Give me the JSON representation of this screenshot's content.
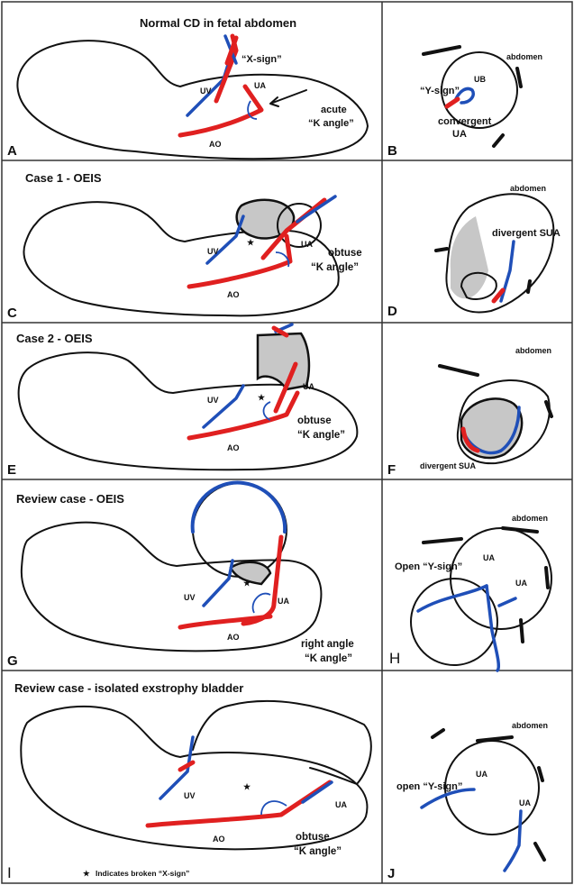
{
  "panel_a": {
    "title": "Normal CD in fetal abdomen",
    "x_sign": "“X-sign”",
    "uv": "UV",
    "ua": "UA",
    "ao": "AO",
    "angle_line1": "acute",
    "angle_line2": "“K angle”",
    "letter": "A"
  },
  "panel_b": {
    "abdomen": "abdomen",
    "ub": "UB",
    "y_sign": "“Y-sign”",
    "conv_line1": "convergent",
    "conv_line2": "UA",
    "letter": "B"
  },
  "panel_c": {
    "title": "Case 1 - OEIS",
    "uv": "UV",
    "ua": "UA",
    "ao": "AO",
    "angle_line1": "obtuse",
    "angle_line2": "“K angle”",
    "letter": "C"
  },
  "panel_d": {
    "abdomen": "abdomen",
    "sua": "divergent SUA",
    "letter": "D"
  },
  "panel_e": {
    "title": "Case 2 - OEIS",
    "uv": "UV",
    "ua": "UA",
    "ao": "AO",
    "angle_line1": "obtuse",
    "angle_line2": "“K angle”",
    "letter": "E"
  },
  "panel_f": {
    "abdomen": "abdomen",
    "sua": "divergent SUA",
    "letter": "F"
  },
  "panel_g": {
    "title": "Review case - OEIS",
    "uv": "UV",
    "ua": "UA",
    "ao": "AO",
    "angle_line1": "right angle",
    "angle_line2": "“K angle”",
    "letter": "G"
  },
  "panel_h": {
    "abdomen": "abdomen",
    "y_sign": "Open “Y-sign”",
    "ua1": "UA",
    "ua2": "UA",
    "letter": "H"
  },
  "panel_i": {
    "title": "Review case - isolated exstrophy bladder",
    "uv": "UV",
    "ua": "UA",
    "ao": "AO",
    "angle_line1": "obtuse",
    "angle_line2": "“K angle”",
    "letter": "I",
    "footnote": "Indicates broken “X-sign”"
  },
  "panel_j": {
    "abdomen": "abdomen",
    "y_sign": "open “Y-sign”",
    "ua1": "UA",
    "ua2": "UA",
    "letter": "J"
  },
  "colors": {
    "artery": "#e02020",
    "vein": "#1f4fb8",
    "bladder_fill": "#c7c7c7",
    "outline": "#111111"
  }
}
